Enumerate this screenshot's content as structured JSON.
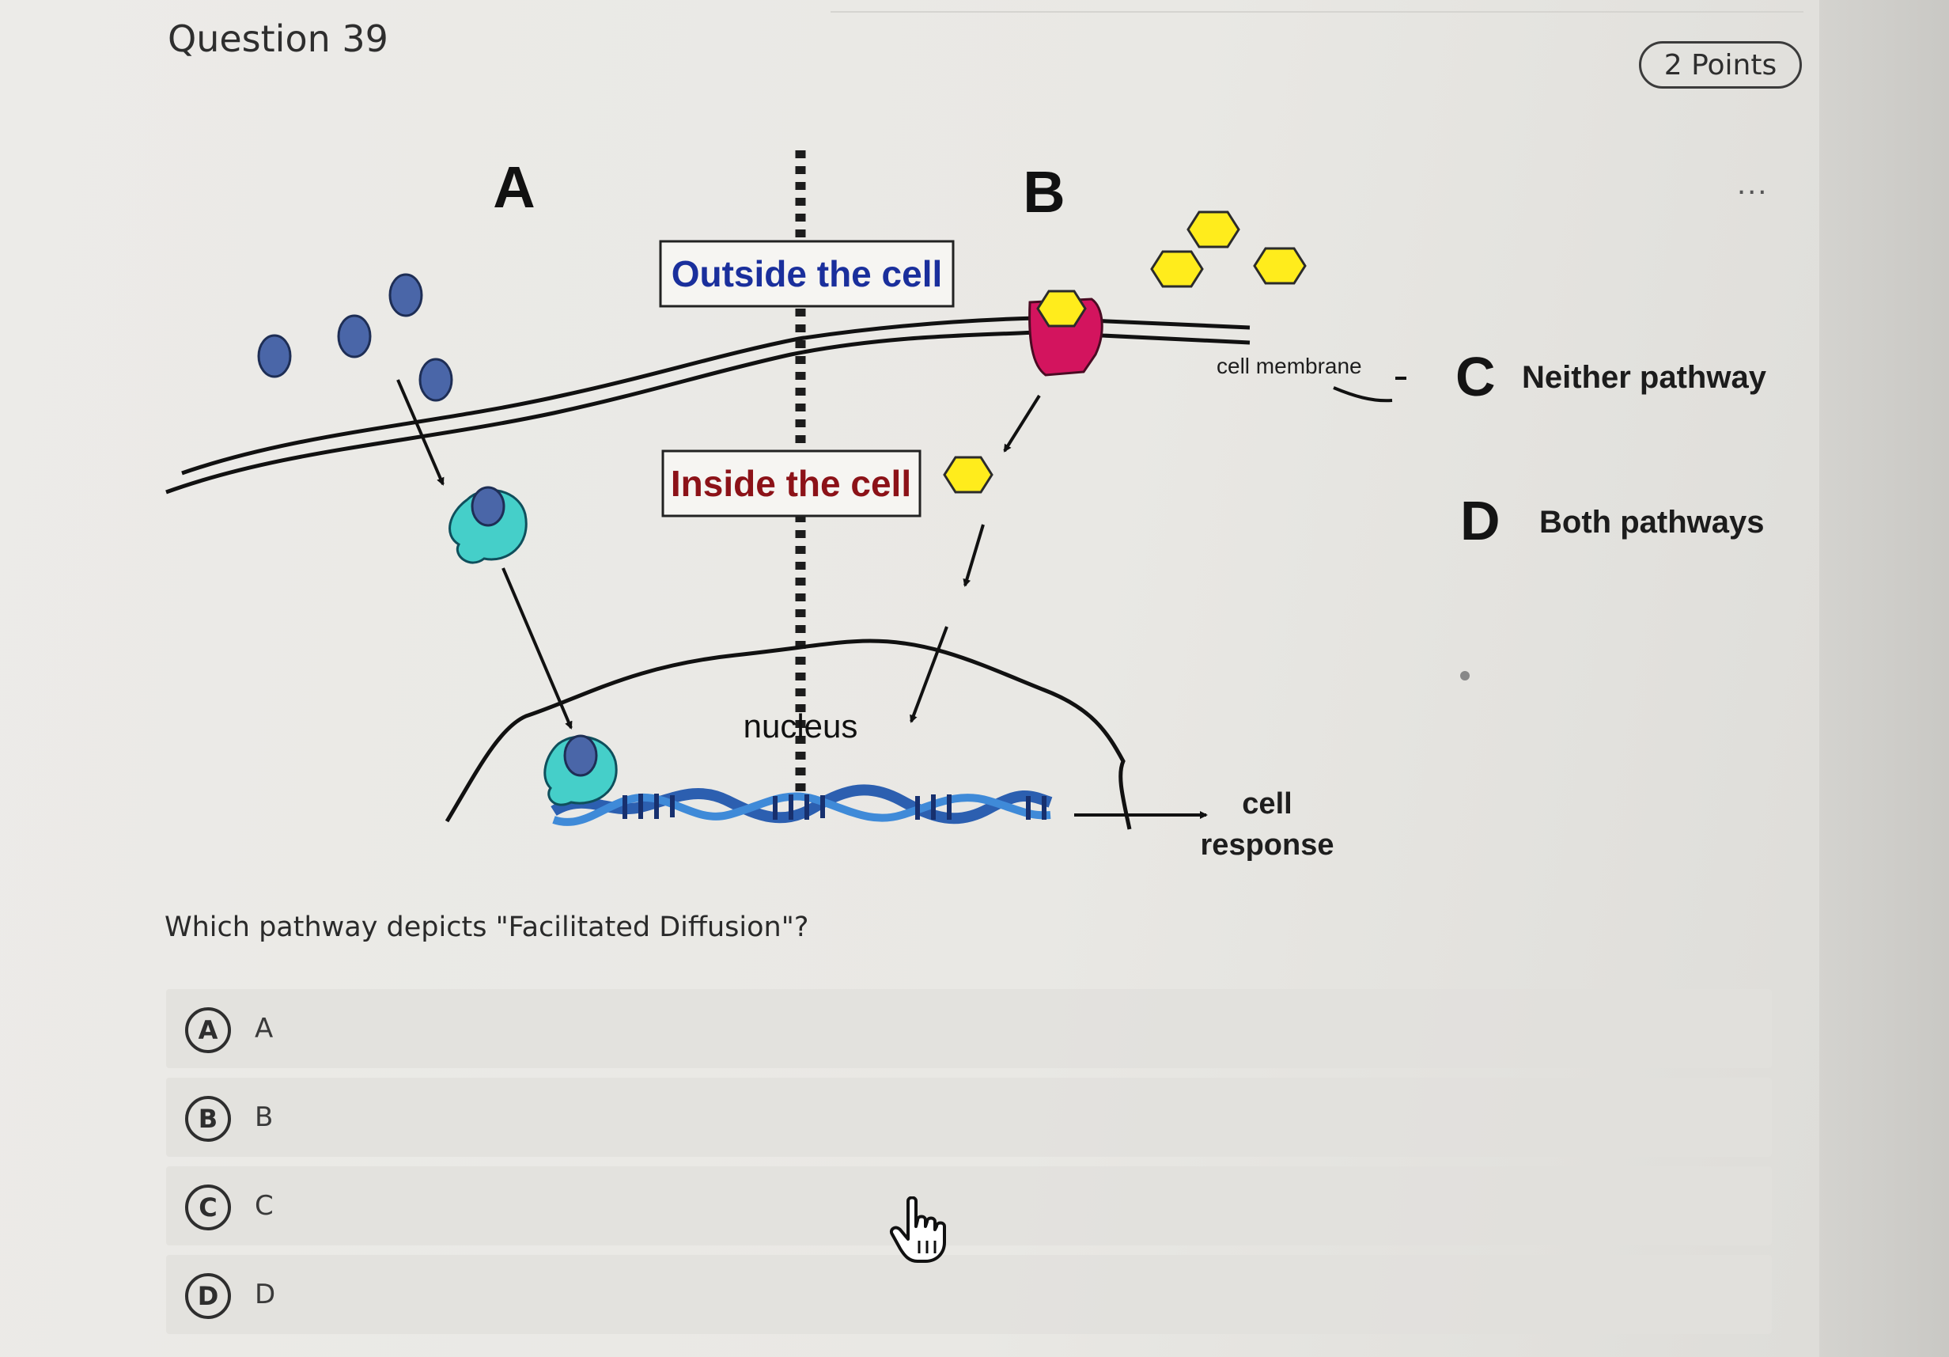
{
  "question": {
    "title": "Question 39",
    "points": "2 Points",
    "more_menu": "..."
  },
  "figure": {
    "label_a": "A",
    "label_b": "B",
    "outside_label": "Outside the cell",
    "inside_label": "Inside the cell",
    "membrane_label": "cell membrane",
    "nucleus_label": "nucleus",
    "response_line1": "cell",
    "response_line2": "response",
    "key_c_letter": "C",
    "key_c_text": "Neither pathway",
    "key_d_letter": "D",
    "key_d_text": "Both pathways",
    "colors": {
      "ligand_a": "#4a66a8",
      "carrier": "#45cfc9",
      "ligand_b": "#ffec1c",
      "receptor": "#d3145e",
      "outside_text": "#1a2f9c",
      "inside_text": "#8c1218",
      "dna": "#2c5fb0"
    }
  },
  "prompt": "Which pathway depicts \"Facilitated Diffusion\"?",
  "options": [
    {
      "badge": "A",
      "label": "A"
    },
    {
      "badge": "B",
      "label": "B"
    },
    {
      "badge": "C",
      "label": "C"
    },
    {
      "badge": "D",
      "label": "D"
    }
  ]
}
